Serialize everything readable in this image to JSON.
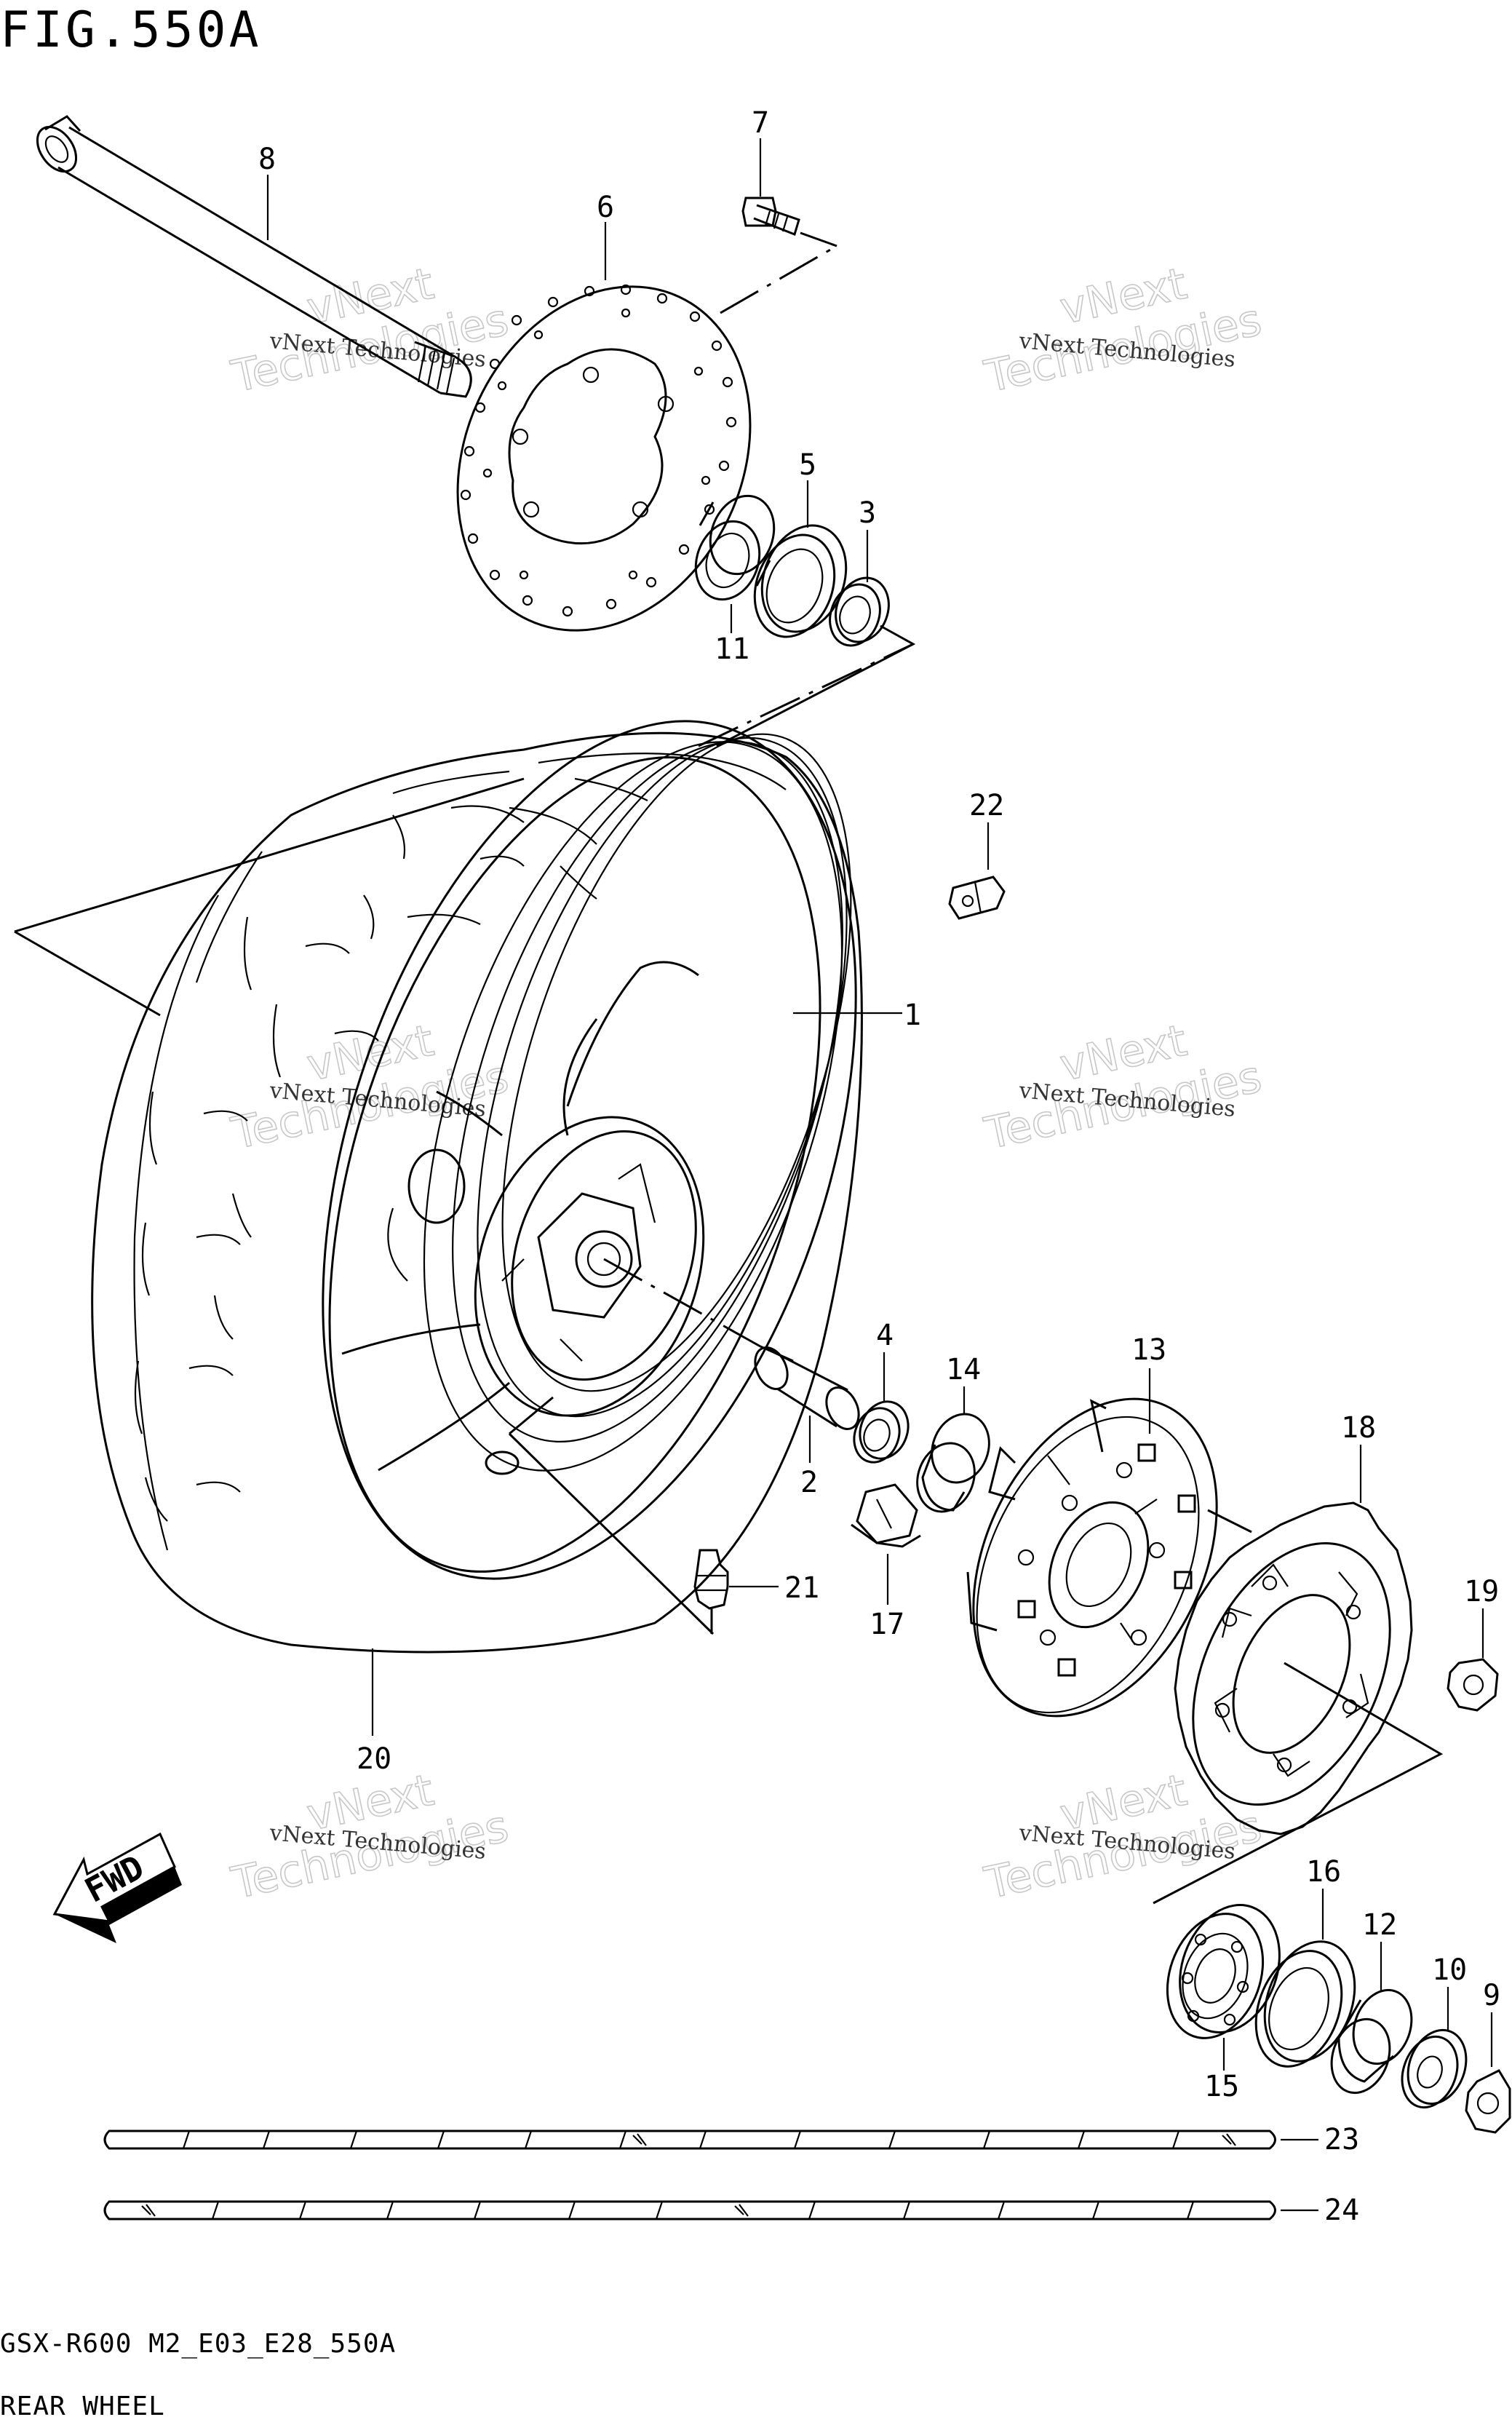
{
  "figure": {
    "title": "FIG.550A",
    "model_code": "GSX-R600 M2_E03_E28_550A",
    "section_name": "REAR WHEEL"
  },
  "watermarks": [
    {
      "line1": "vNext",
      "line2": "Technologies",
      "caption": "vNext Technologies"
    },
    {
      "line1": "vNext",
      "line2": "Technologies",
      "caption": "vNext Technologies"
    },
    {
      "line1": "vNext",
      "line2": "Technologies",
      "caption": "vNext Technologies"
    },
    {
      "line1": "vNext",
      "line2": "Technologies",
      "caption": "vNext Technologies"
    },
    {
      "line1": "vNext",
      "line2": "Technologies",
      "caption": "vNext Technologies"
    },
    {
      "line1": "vNext",
      "line2": "Technologies",
      "caption": "vNext Technologies"
    }
  ],
  "fwd_label": "FWD",
  "parts": [
    {
      "ref": "1",
      "part": "wheel rim"
    },
    {
      "ref": "2",
      "part": "spacer"
    },
    {
      "ref": "3",
      "part": "bearing"
    },
    {
      "ref": "4",
      "part": "bearing"
    },
    {
      "ref": "5",
      "part": "oil seal"
    },
    {
      "ref": "6",
      "part": "brake disc"
    },
    {
      "ref": "7",
      "part": "disc bolt"
    },
    {
      "ref": "8",
      "part": "axle"
    },
    {
      "ref": "9",
      "part": "nut"
    },
    {
      "ref": "10",
      "part": "washer"
    },
    {
      "ref": "11",
      "part": "spacer"
    },
    {
      "ref": "12",
      "part": "spacer"
    },
    {
      "ref": "13",
      "part": "sprocket drum"
    },
    {
      "ref": "14",
      "part": "spacer"
    },
    {
      "ref": "15",
      "part": "bearing"
    },
    {
      "ref": "16",
      "part": "oil seal"
    },
    {
      "ref": "17",
      "part": "damper"
    },
    {
      "ref": "18",
      "part": "sprocket"
    },
    {
      "ref": "19",
      "part": "nut"
    },
    {
      "ref": "20",
      "part": "tire"
    },
    {
      "ref": "21",
      "part": "valve"
    },
    {
      "ref": "22",
      "part": "balancer"
    },
    {
      "ref": "23",
      "part": "chain"
    },
    {
      "ref": "24",
      "part": "chain"
    }
  ],
  "colors": {
    "ink": "#000000",
    "watermark": "#c8c8c8",
    "background": "#ffffff"
  }
}
